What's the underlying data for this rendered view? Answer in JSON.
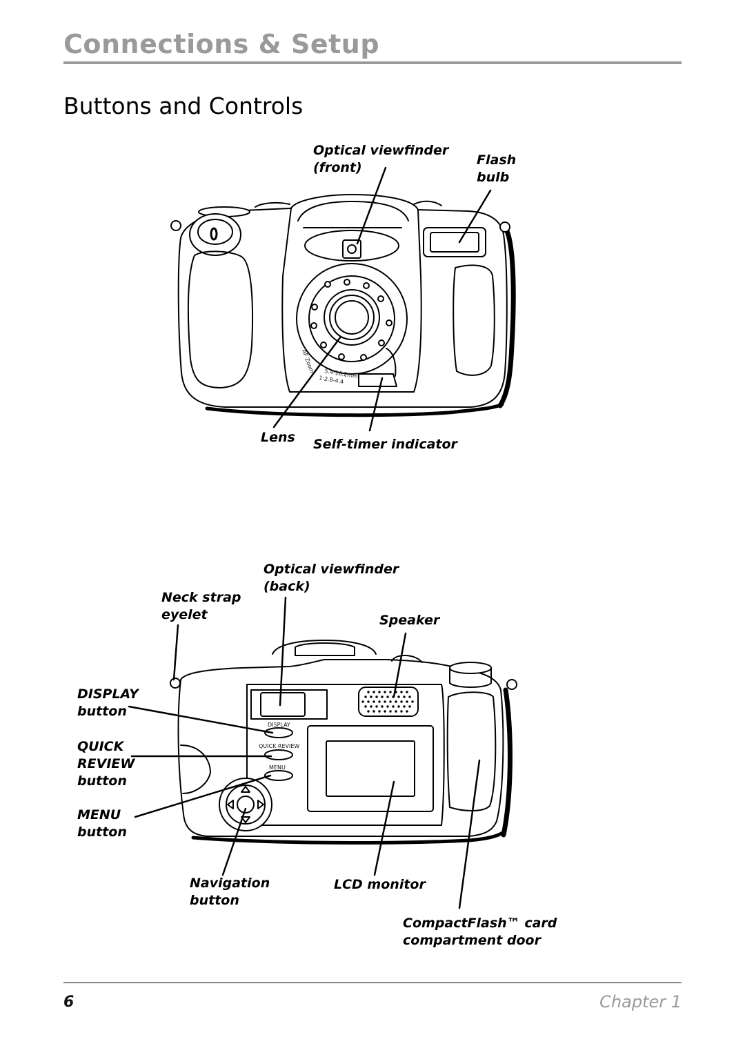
{
  "header": {
    "section_title": "Connections & Setup"
  },
  "heading": "Buttons and Controls",
  "front_view": {
    "labels": {
      "optical_viewfinder_front_1": "Optical viewfinder",
      "optical_viewfinder_front_2": "(front)",
      "flash_bulb_1": "Flash",
      "flash_bulb_2": "bulb",
      "lens": "Lens",
      "self_timer": "Self-timer indicator"
    },
    "lens_marking_1": "AF Zoom",
    "lens_marking_2": "5.4-16.2mm",
    "lens_marking_3": "1:2.8-4.4"
  },
  "back_view": {
    "labels": {
      "optical_viewfinder_back_1": "Optical viewfinder",
      "optical_viewfinder_back_2": "(back)",
      "neck_strap_1": "Neck strap",
      "neck_strap_2": "eyelet",
      "speaker": "Speaker",
      "display_button_1": "DISPLAY",
      "display_button_2": "button",
      "quick_review_1": "QUICK",
      "quick_review_2": "REVIEW",
      "quick_review_3": "button",
      "menu_button_1": "MENU",
      "menu_button_2": "button",
      "navigation_1": "Navigation",
      "navigation_2": "button",
      "lcd_monitor": "LCD monitor",
      "cf_door_1": "CompactFlash™ card",
      "cf_door_2": "compartment door"
    },
    "body_text": {
      "display": "DISPLAY",
      "quick_review": "QUICK REVIEW",
      "menu": "MENU"
    }
  },
  "footer": {
    "page_number": "6",
    "chapter": "Chapter 1"
  }
}
